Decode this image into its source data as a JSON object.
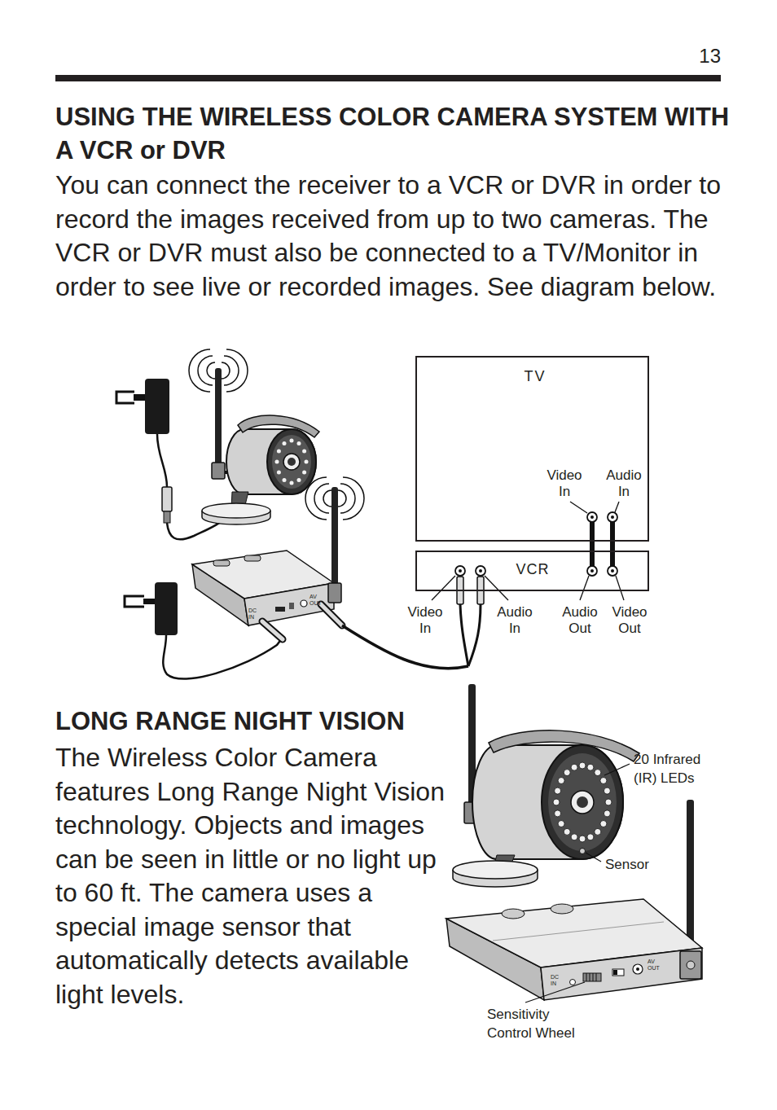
{
  "diagram": {
    "title": "USING THE WIRELESS COLOR CAMERA SYSTEM WITH A VCR or DVR",
    "nodes": [
      {
        "text": [
          "TV",
          "Video In",
          "Audio In"
        ]
      },
      {
        "text": [
          "VCR",
          "Video In",
          "Audio In",
          "Audio Out",
          "Video Out"
        ]
      }
    ],
    "edges": [
      {
        "from": 1,
        "to": 0,
        "arrow": "none"
      },
      {
        "from": 1,
        "to": 0,
        "arrow": "none"
      }
    ],
    "labels": [
      "13",
      "You can connect the receiver to a VCR or DVR in order to record the images received from up to two cameras. The VCR or DVR must also be connected to a TV/Monitor in order to see live or recorded images. See diagram below.",
      "DC IN",
      "AV OUT",
      "LONG RANGE NIGHT VISION",
      "The Wireless Color Camera features Long Range Night Vision technology. Objects and images can be seen in little or no light up to 60 ft. The camera uses a special image sensor that automatically detects available light levels.",
      "20 Infrared (IR) LEDs",
      "Sensor",
      "DC IN",
      "AV OUT",
      "Sensitivity Control Wheel"
    ]
  }
}
